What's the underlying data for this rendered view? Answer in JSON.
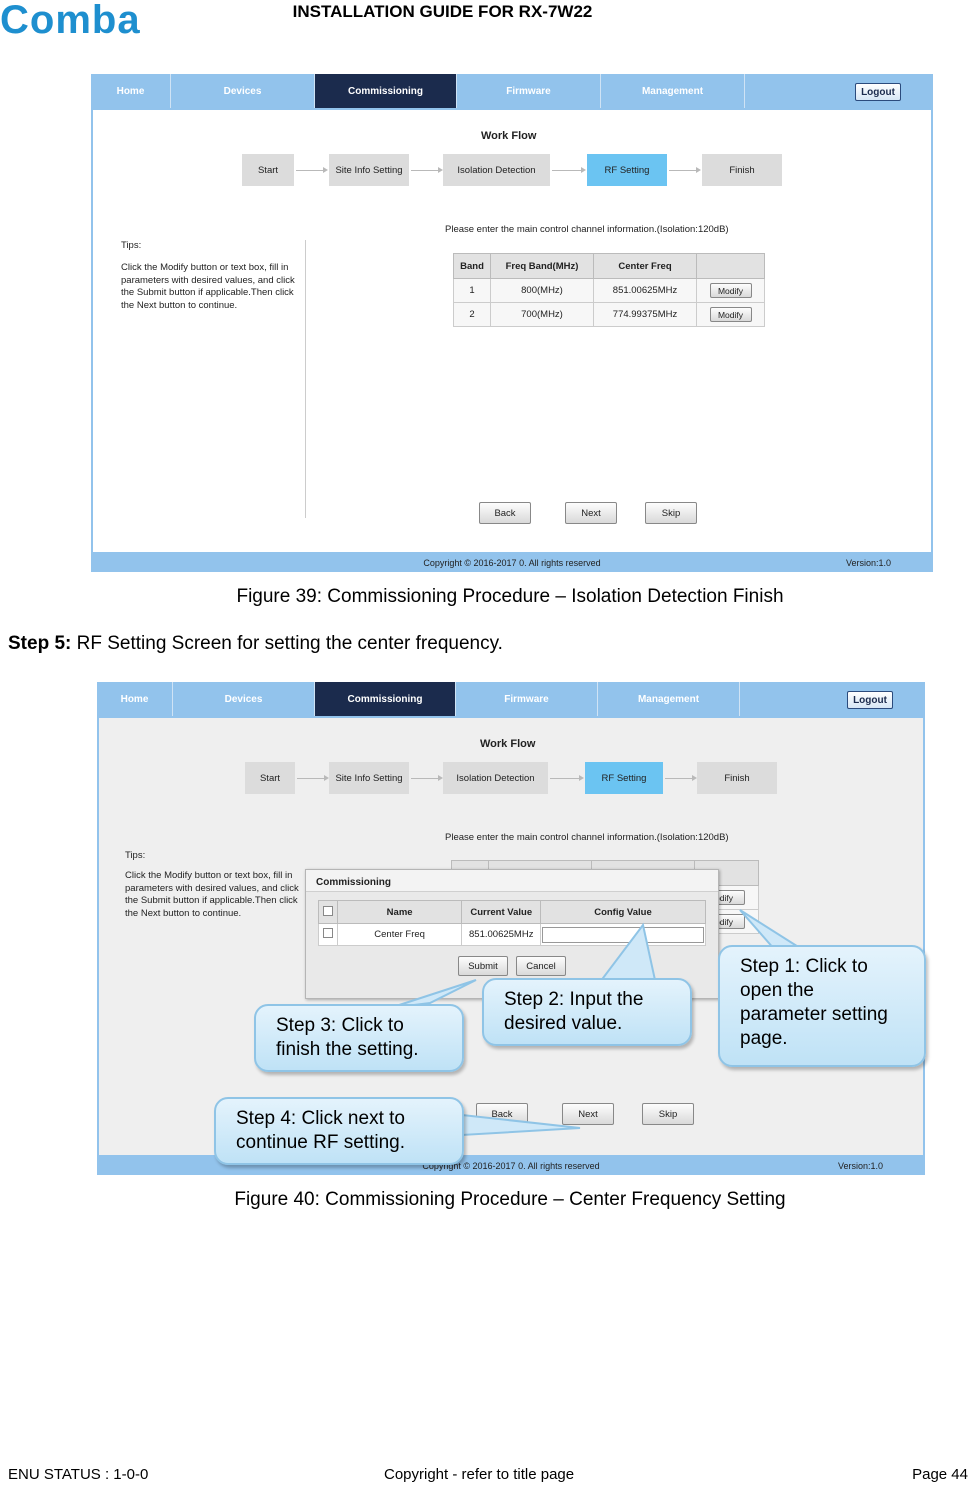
{
  "header": {
    "logo_text": "Comba",
    "title": "INSTALLATION GUIDE FOR RX-7W22"
  },
  "nav": {
    "tabs": [
      "Home",
      "Devices",
      "Commissioning",
      "Firmware",
      "Management"
    ],
    "active_tab": "Commissioning",
    "logout_label": "Logout"
  },
  "workflow": {
    "title": "Work Flow",
    "steps": [
      "Start",
      "Site Info Setting",
      "Isolation Detection",
      "RF Setting",
      "Finish"
    ],
    "active_step": "RF Setting"
  },
  "tips": {
    "heading": "Tips:",
    "text": "Click the Modify button or text box, fill in parameters with desired values, and click the Submit button if applicable.Then click the Next button to continue."
  },
  "rf": {
    "prompt": "Please enter the main control channel information.(Isolation:120dB)",
    "columns": [
      "Band",
      "Freq Band(MHz)",
      "Center Freq",
      ""
    ],
    "rows": [
      {
        "band": "1",
        "freq_band": "800(MHz)",
        "center_freq": "851.00625MHz",
        "action": "Modify"
      },
      {
        "band": "2",
        "freq_band": "700(MHz)",
        "center_freq": "774.99375MHz",
        "action": "Modify"
      }
    ]
  },
  "buttons": {
    "back": "Back",
    "next": "Next",
    "skip": "Skip"
  },
  "screen_footer": {
    "copyright": "Copyright © 2016-2017 0. All rights reserved",
    "version": "Version:1.0"
  },
  "figure39_caption": "Figure 39: Commissioning Procedure – Isolation Detection Finish",
  "step5": {
    "label": "Step 5:",
    "text": " RF Setting Screen for setting the center frequency."
  },
  "dialog": {
    "title": "Commissioning",
    "columns": [
      "",
      "Name",
      "Current Value",
      "Config Value"
    ],
    "row": {
      "name": "Center Freq",
      "current_value": "851.00625MHz",
      "config_value": ""
    },
    "submit_label": "Submit",
    "cancel_label": "Cancel",
    "partial_modify_labels": [
      "odify",
      "odify"
    ]
  },
  "callouts": {
    "step1": "Step 1: Click to open the parameter setting page.",
    "step2": "Step 2: Input the desired value.",
    "step3": "Step 3: Click to finish the setting.",
    "step4": "Step 4: Click next to continue RF setting."
  },
  "figure40_caption": "Figure 40: Commissioning Procedure – Center Frequency Setting",
  "footer": {
    "status": "ENU STATUS : 1-0-0",
    "copyright": "Copyright - refer to title page",
    "page": "Page 44"
  },
  "colors": {
    "nav_bar": "#92c3ec",
    "active_tab": "#1b2b4d",
    "active_step": "#6bc4f2",
    "callout": "#bfe2f6",
    "logo": "#1e8fcf"
  }
}
